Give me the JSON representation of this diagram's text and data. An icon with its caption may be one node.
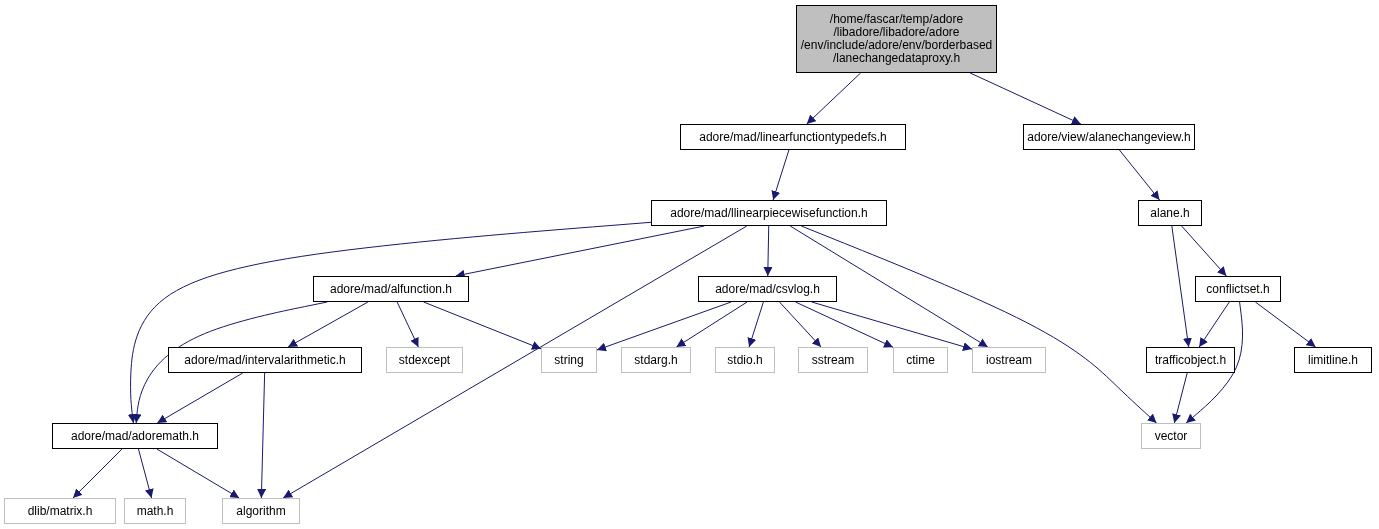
{
  "diagram": {
    "nodes": [
      {
        "text": [
          "/home/fascar/temp/adore /libadore/libadore/adore /env/include/adore/env/borderbased /lanechangedataproxy.h"
        ]
      },
      {
        "text": [
          "adore/mad/linearfunctiontypedefs.h"
        ]
      },
      {
        "text": [
          "adore/view/alanechangeview.h"
        ]
      },
      {
        "text": [
          "adore/mad/llinearpiecewisefunction.h"
        ]
      },
      {
        "text": [
          "alane.h"
        ]
      },
      {
        "text": [
          "adore/mad/alfunction.h"
        ]
      },
      {
        "text": [
          "adore/mad/csvlog.h"
        ]
      },
      {
        "text": [
          "conflictset.h"
        ]
      },
      {
        "text": [
          "adore/mad/intervalarithmetic.h"
        ]
      },
      {
        "text": [
          "stdexcept"
        ]
      },
      {
        "text": [
          "string"
        ]
      },
      {
        "text": [
          "stdarg.h"
        ]
      },
      {
        "text": [
          "stdio.h"
        ]
      },
      {
        "text": [
          "sstream"
        ]
      },
      {
        "text": [
          "ctime"
        ]
      },
      {
        "text": [
          "iostream"
        ]
      },
      {
        "text": [
          "trafficobject.h"
        ]
      },
      {
        "text": [
          "limitline.h"
        ]
      },
      {
        "text": [
          "adore/mad/adoremath.h"
        ]
      },
      {
        "text": [
          "vector"
        ]
      },
      {
        "text": [
          "dlib/matrix.h"
        ]
      },
      {
        "text": [
          "math.h"
        ]
      },
      {
        "text": [
          "algorithm"
        ]
      }
    ],
    "edges": [
      {
        "from": 0,
        "to": 1,
        "arrow": "to"
      },
      {
        "from": 0,
        "to": 2,
        "arrow": "to"
      },
      {
        "from": 1,
        "to": 3,
        "arrow": "to"
      },
      {
        "from": 2,
        "to": 4,
        "arrow": "to"
      },
      {
        "from": 3,
        "to": 18,
        "arrow": "to"
      },
      {
        "from": 3,
        "to": 5,
        "arrow": "to"
      },
      {
        "from": 3,
        "to": 22,
        "arrow": "to"
      },
      {
        "from": 3,
        "to": 6,
        "arrow": "to"
      },
      {
        "from": 3,
        "to": 15,
        "arrow": "to"
      },
      {
        "from": 3,
        "to": 19,
        "arrow": "to"
      },
      {
        "from": 4,
        "to": 16,
        "arrow": "to"
      },
      {
        "from": 4,
        "to": 7,
        "arrow": "to"
      },
      {
        "from": 5,
        "to": 18,
        "arrow": "to"
      },
      {
        "from": 5,
        "to": 8,
        "arrow": "to"
      },
      {
        "from": 5,
        "to": 9,
        "arrow": "to"
      },
      {
        "from": 5,
        "to": 10,
        "arrow": "to"
      },
      {
        "from": 6,
        "to": 10,
        "arrow": "to"
      },
      {
        "from": 6,
        "to": 11,
        "arrow": "to"
      },
      {
        "from": 6,
        "to": 12,
        "arrow": "to"
      },
      {
        "from": 6,
        "to": 13,
        "arrow": "to"
      },
      {
        "from": 6,
        "to": 14,
        "arrow": "to"
      },
      {
        "from": 6,
        "to": 15,
        "arrow": "to"
      },
      {
        "from": 7,
        "to": 16,
        "arrow": "to"
      },
      {
        "from": 7,
        "to": 19,
        "arrow": "to"
      },
      {
        "from": 7,
        "to": 17,
        "arrow": "to"
      },
      {
        "from": 8,
        "to": 18,
        "arrow": "to"
      },
      {
        "from": 8,
        "to": 22,
        "arrow": "to"
      },
      {
        "from": 16,
        "to": 19,
        "arrow": "to"
      },
      {
        "from": 18,
        "to": 20,
        "arrow": "to"
      },
      {
        "from": 18,
        "to": 21,
        "arrow": "to"
      },
      {
        "from": 18,
        "to": 22,
        "arrow": "to"
      }
    ]
  }
}
